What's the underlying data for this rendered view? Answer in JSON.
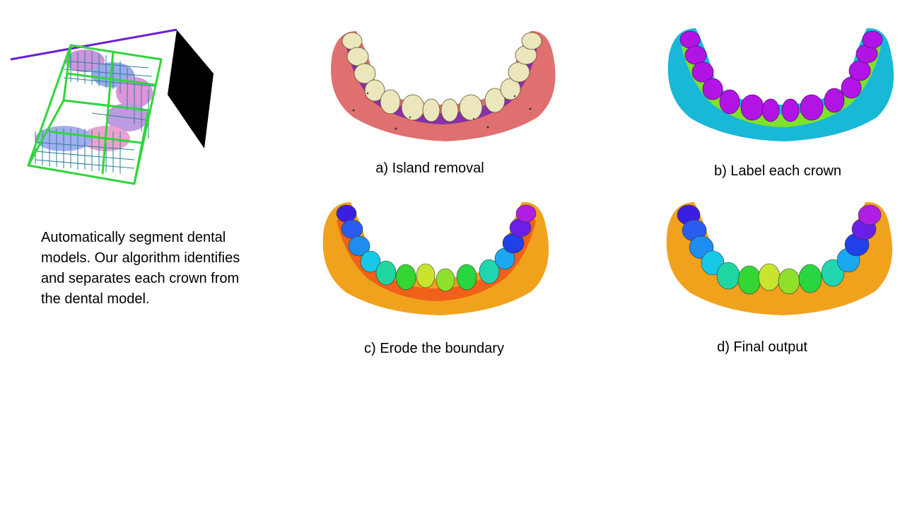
{
  "description": "Automatically segment dental models. Our algorithm identifies and separates each crown from the dental model.",
  "panels": [
    {
      "id": "a",
      "caption": "a) Island removal"
    },
    {
      "id": "b",
      "caption": "b) Label each crown"
    },
    {
      "id": "c",
      "caption": "c) Erode the boundary"
    },
    {
      "id": "d",
      "caption": "d) Final output"
    }
  ],
  "colors": {
    "island_gum": "#e07070",
    "island_border": "#8a2fa8",
    "island_tooth": "#ece6bc",
    "label_gum": "#19b8d6",
    "label_border": "#7ee22a",
    "label_tooth": "#b214e6",
    "final_gum": "#f1a21d",
    "erode_border": "#f0611a",
    "octree_box": "#2fd63a",
    "octree_grid": "#2a7f9a",
    "camera_ray": "#6a1ed6",
    "camera_plane": "#000000"
  },
  "icons": {
    "octree": "octree-bounding-box-icon",
    "camera": "camera-plane-icon"
  }
}
